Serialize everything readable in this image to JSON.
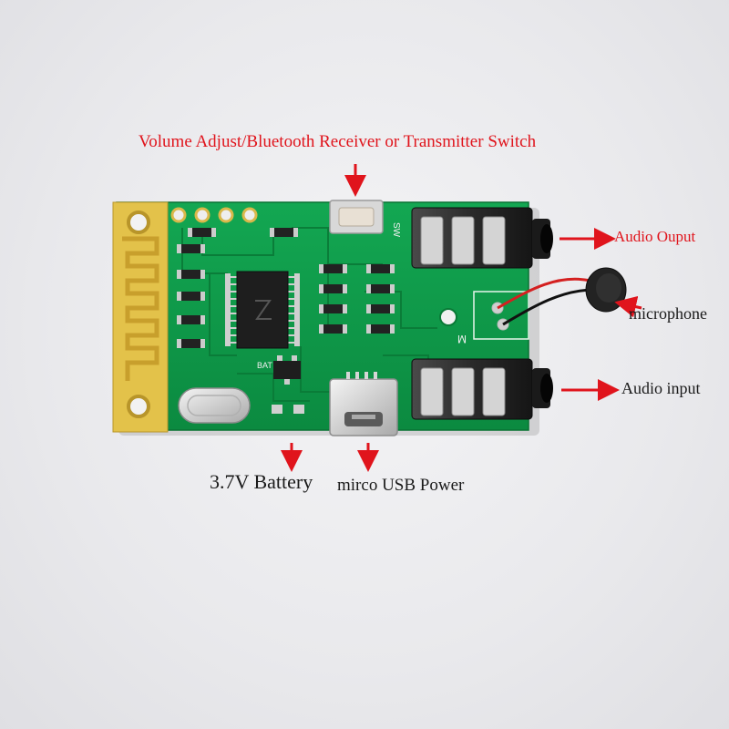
{
  "labels": {
    "volume_switch": "Volume Adjust/Bluetooth Receiver or Transmitter Switch",
    "audio_output": "Audio Ouput",
    "microphone": "microphone",
    "audio_input": "Audio input",
    "battery": "3.7V Battery",
    "usb_power": "mirco USB Power"
  },
  "silkscreen": {
    "sw": "SW",
    "mic": "M",
    "bat": "BAT"
  },
  "colors": {
    "pcb": "#0f9a49",
    "pcb_dark": "#0a7a37",
    "antenna_gold": "#e3c24a",
    "arrow_red": "#e0141c",
    "label_red": "#e0141c",
    "label_dark": "#1a1a1a"
  }
}
